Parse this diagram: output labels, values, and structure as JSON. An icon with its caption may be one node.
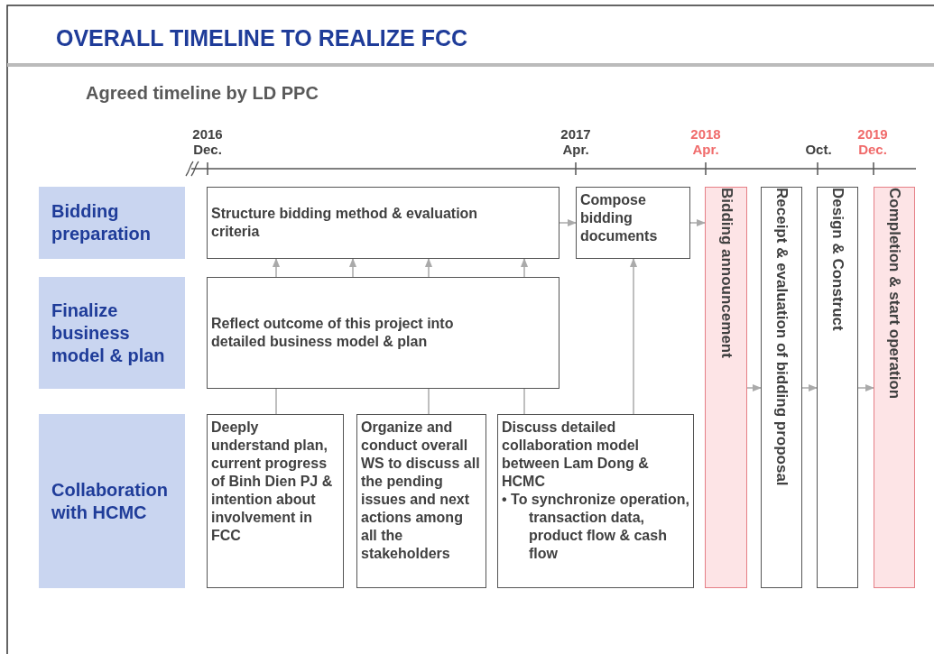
{
  "diagram": {
    "title": "OVERALL TIMELINE TO REALIZE FCC",
    "nodes": [
      {
        "text": [
          "Bidding preparation"
        ]
      },
      {
        "text": [
          "Structure bidding method & evaluation criteria"
        ]
      },
      {
        "text": [
          "Compose bidding documents"
        ]
      },
      {
        "text": [
          "Bidding announcement"
        ]
      },
      {
        "text": [
          "Receipt & evaluation of bidding proposal"
        ]
      },
      {
        "text": [
          "Design & Construct"
        ]
      },
      {
        "text": [
          "Completion & start operation"
        ]
      },
      {
        "text": [
          "Finalize business model & plan"
        ]
      },
      {
        "text": [
          "Reflect outcome of this project into detailed business model & plan"
        ]
      },
      {
        "text": [
          "Collaboration with HCMC"
        ]
      },
      {
        "text": [
          "Deeply understand plan, current progress of Binh Dien PJ & intention about involvement in FCC"
        ]
      },
      {
        "text": [
          "Organize and conduct overall WS to discuss all the pending issues and next actions among all the stakeholders"
        ]
      },
      {
        "text": [
          "Discuss detailed collaboration model between Lam Dong & HCMC",
          "• To synchronize operation, transaction data, product flow & cash flow"
        ]
      }
    ],
    "edges": [
      {
        "from": 1,
        "to": 2,
        "arrow": "to"
      },
      {
        "from": 2,
        "to": 3,
        "arrow": "to"
      },
      {
        "from": 3,
        "to": 4,
        "arrow": "to"
      },
      {
        "from": 4,
        "to": 5,
        "arrow": "to"
      },
      {
        "from": 5,
        "to": 6,
        "arrow": "to"
      },
      {
        "from": 8,
        "to": 1,
        "arrow": "to"
      },
      {
        "from": 8,
        "to": 1,
        "arrow": "to"
      },
      {
        "from": 8,
        "to": 1,
        "arrow": "to"
      },
      {
        "from": 8,
        "to": 1,
        "arrow": "to"
      },
      {
        "from": 10,
        "to": 8,
        "arrow": "none"
      },
      {
        "from": 11,
        "to": 8,
        "arrow": "none"
      },
      {
        "from": 12,
        "to": 8,
        "arrow": "none"
      },
      {
        "from": 12,
        "to": 2,
        "arrow": "to"
      }
    ],
    "labels": [
      "Agreed timeline by LD PPC",
      "2016 Dec.",
      "2017 Apr.",
      "2018 Apr.",
      "Oct.",
      "2019 Dec."
    ]
  }
}
